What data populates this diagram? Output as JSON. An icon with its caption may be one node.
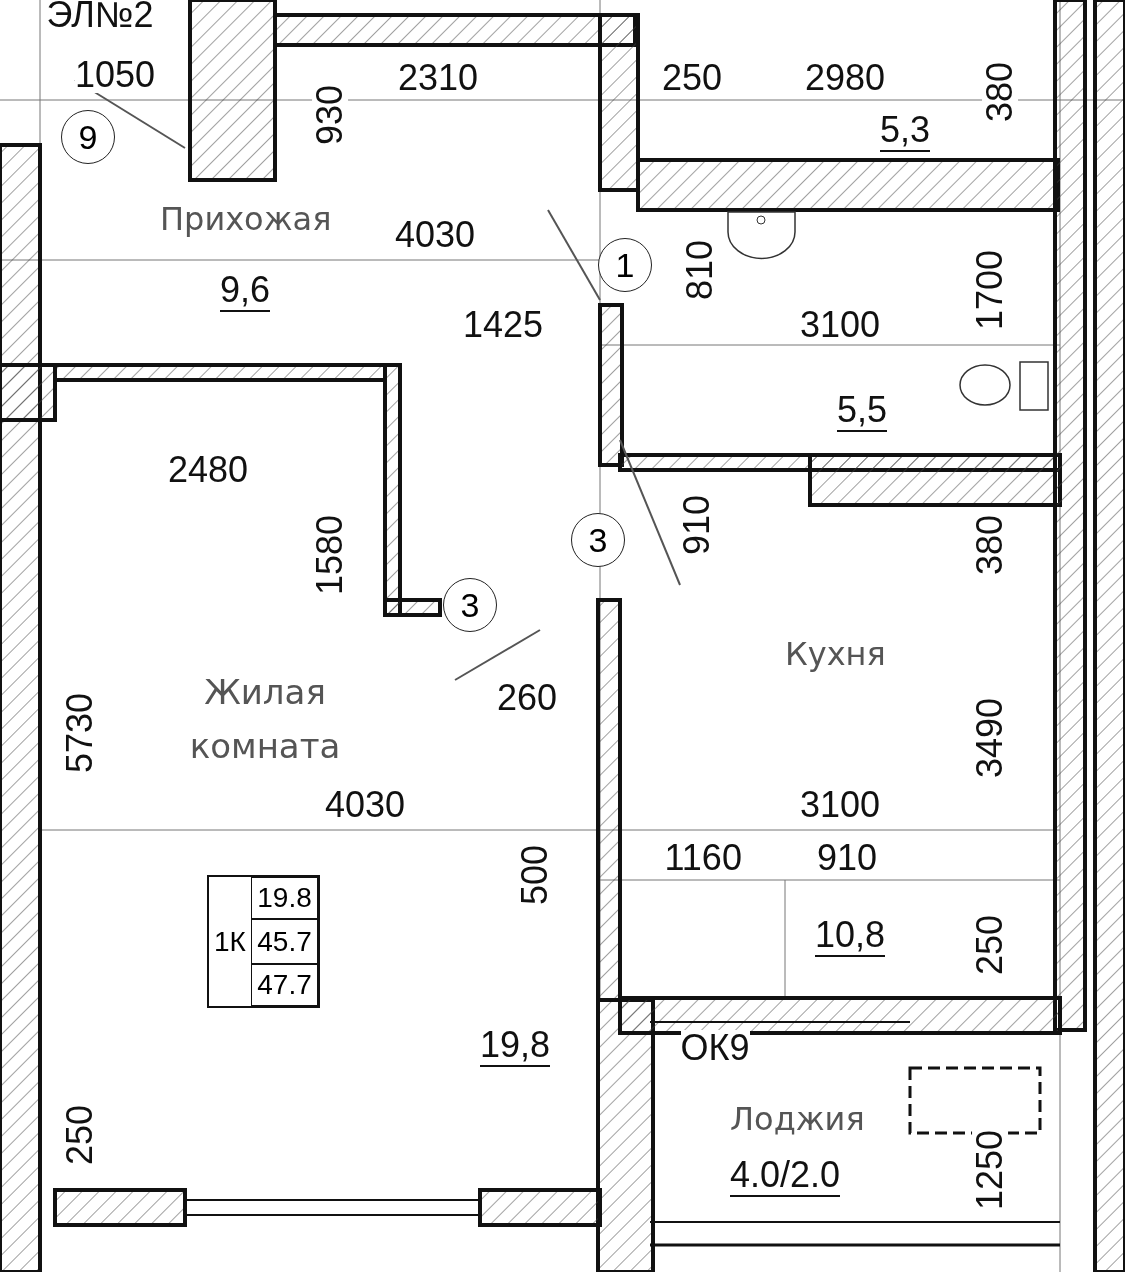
{
  "diagram": {
    "nodes": [
      {
        "text": [
          "Прихожая",
          "9,6"
        ]
      },
      {
        "text": [
          "5,3"
        ]
      },
      {
        "text": [
          "5,5"
        ]
      },
      {
        "text": [
          "Жилая комната",
          "19,8"
        ]
      },
      {
        "text": [
          "Кухня",
          "10,8"
        ]
      },
      {
        "text": [
          "Лоджия",
          "4.0/2.0"
        ]
      },
      {
        "text": [
          "9"
        ]
      },
      {
        "text": [
          "1"
        ]
      },
      {
        "text": [
          "3"
        ]
      },
      {
        "text": [
          "3"
        ]
      },
      {
        "text": [
          "1К",
          "19.8",
          "45.7",
          "47.7"
        ]
      }
    ],
    "labels": [
      "ЭЛ№2",
      "1050",
      "2310",
      "250",
      "2980",
      "930",
      "380",
      "4030",
      "810",
      "1700",
      "1425",
      "3100",
      "2480",
      "1580",
      "910",
      "380",
      "5730",
      "260",
      "4030",
      "3490",
      "3100",
      "1160",
      "910",
      "500",
      "250",
      "ОК9",
      "250",
      "1250"
    ]
  }
}
